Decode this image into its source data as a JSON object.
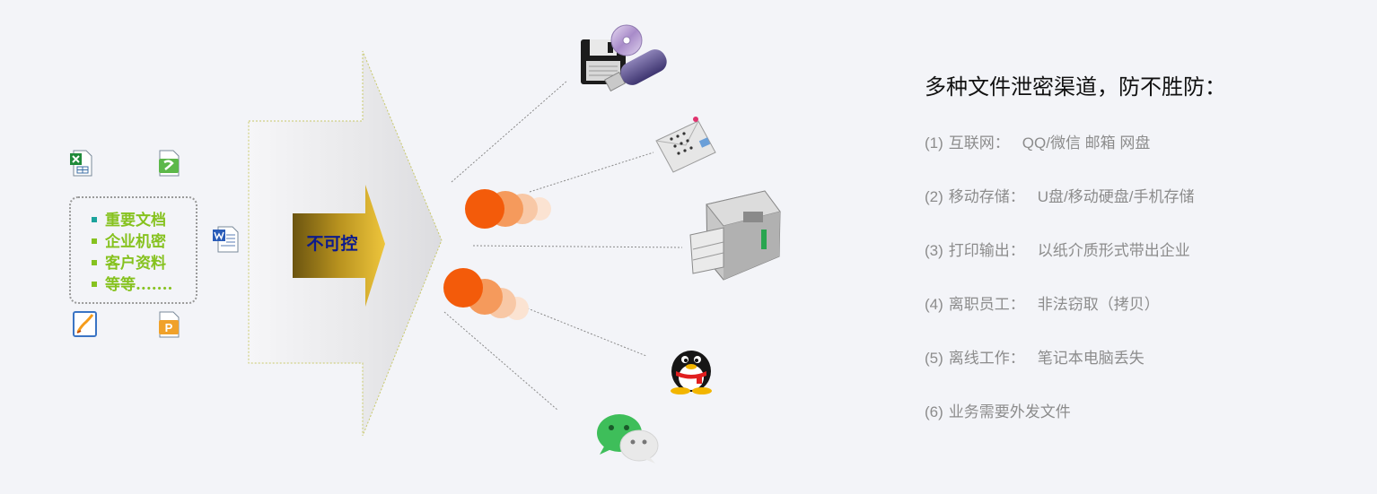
{
  "documents": {
    "items": [
      "重要文档",
      "企业机密",
      "客户资料",
      "等等......."
    ],
    "file_icons": [
      "excel-icon",
      "text-document-icon",
      "word-icon",
      "pen-document-icon",
      "powerpoint-icon"
    ]
  },
  "center_label": "不可控",
  "channel_icons": [
    "floppy-disc-usb-icon",
    "email-icon",
    "printer-icon",
    "qq-penguin-icon",
    "wechat-icon"
  ],
  "panel": {
    "title": "多种文件泄密渠道，防不胜防：",
    "channels": [
      {
        "num": "(1)",
        "category": "互联网：",
        "detail": "QQ/微信  邮箱  网盘"
      },
      {
        "num": "(2)",
        "category": "移动存储：",
        "detail": "U盘/移动硬盘/手机存储"
      },
      {
        "num": "(3)",
        "category": "打印输出：",
        "detail": "以纸介质形式带出企业"
      },
      {
        "num": "(4)",
        "category": "离职员工：",
        "detail": "非法窃取（拷贝）"
      },
      {
        "num": "(5)",
        "category": "离线工作：",
        "detail": "笔记本电脑丢失"
      },
      {
        "num": "(6)",
        "category": "业务需要外发文件",
        "detail": ""
      }
    ]
  },
  "colors": {
    "background": "#f3f4f8",
    "list_text": "#86c21f",
    "label_text": "#0c1a8c",
    "orange": "#f35b0a",
    "panel_text": "#8c8c8c"
  }
}
